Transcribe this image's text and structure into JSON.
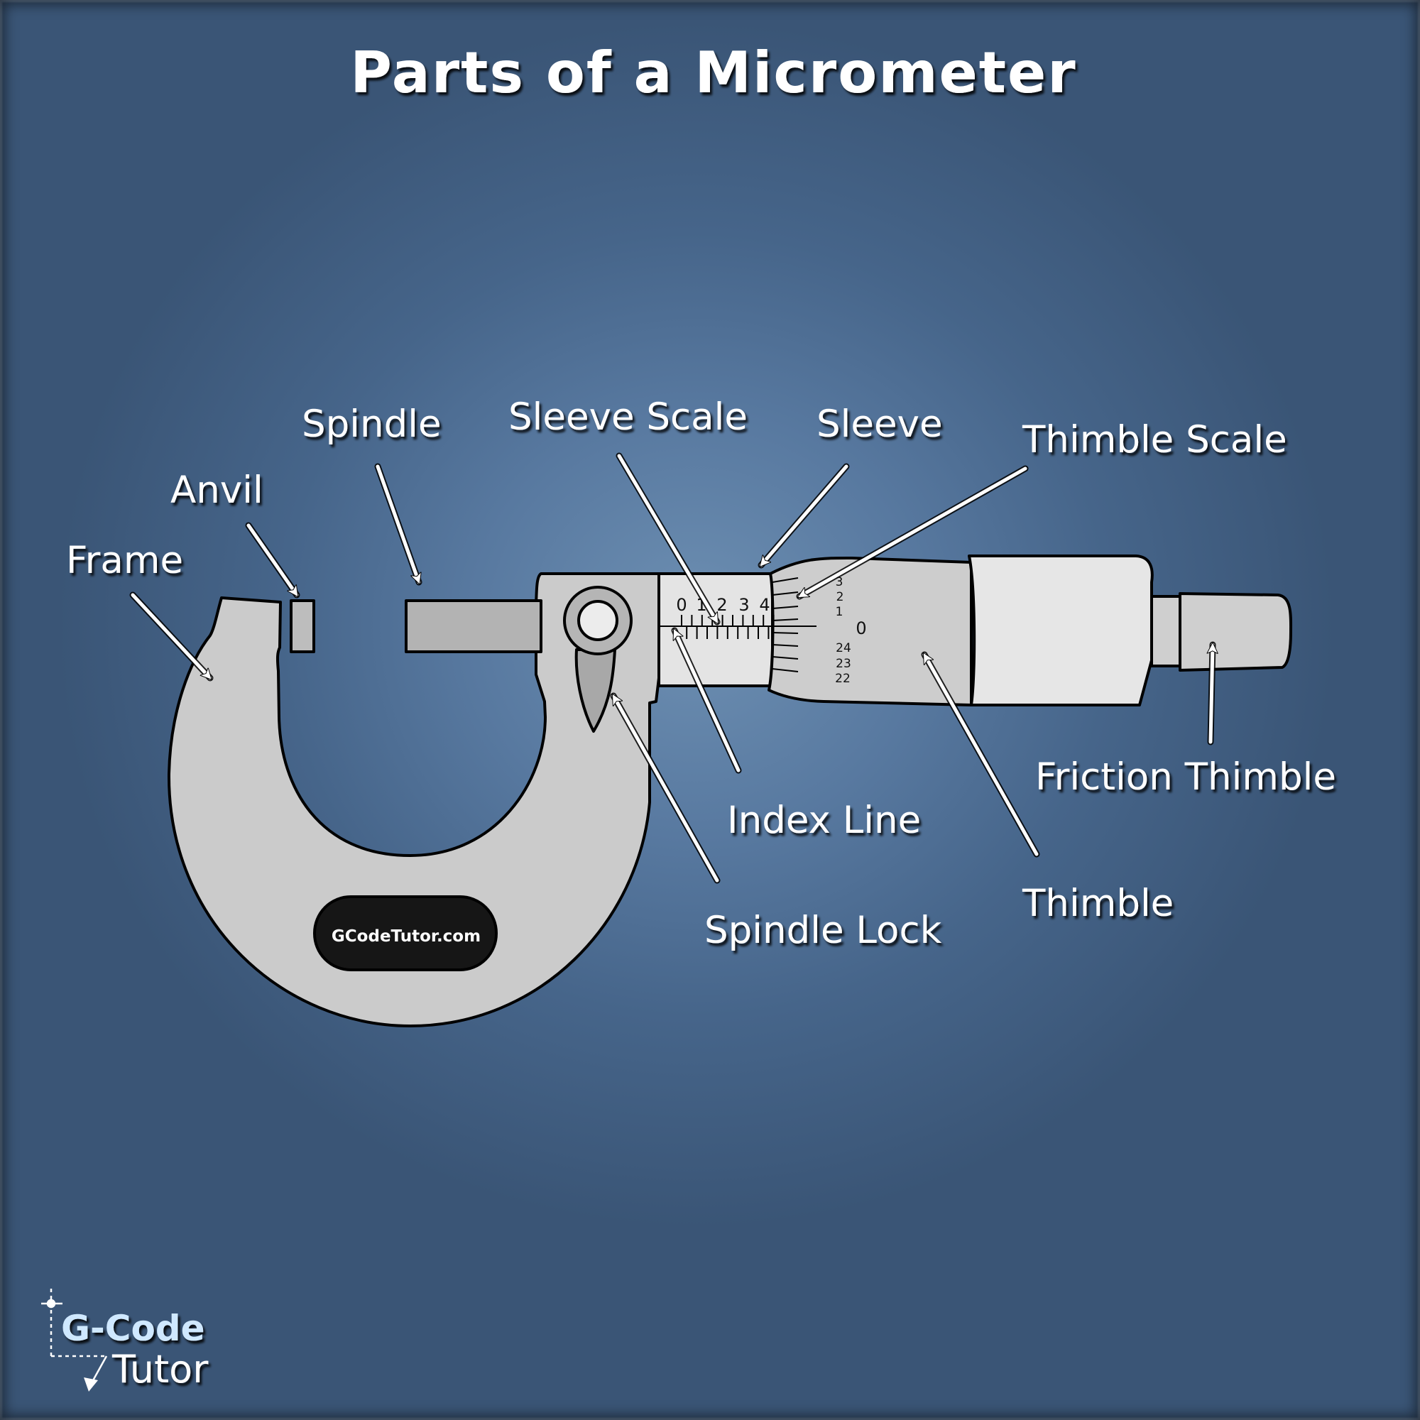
{
  "title": "Parts of a Micrometer",
  "labels": {
    "frame": "Frame",
    "anvil": "Anvil",
    "spindle": "Spindle",
    "sleeve_scale": "Sleeve Scale",
    "sleeve": "Sleeve",
    "thimble_scale": "Thimble Scale",
    "friction_thimble": "Friction Thimble",
    "index_line": "Index Line",
    "thimble": "Thimble",
    "spindle_lock": "Spindle Lock"
  },
  "frame_plate_text": "GCodeTutor.com",
  "sleeve_scale_numbers": [
    "0",
    "1",
    "2",
    "3",
    "4"
  ],
  "thimble_scale_numbers": [
    "3",
    "2",
    "1",
    "0",
    "24",
    "23",
    "22"
  ],
  "logo": {
    "line1": "G-Code",
    "line2": "Tutor"
  },
  "colors": {
    "background": "#4a6a90",
    "metal": "#cbcbcb",
    "light_metal": "#e6e6e6",
    "outline": "#000000",
    "label": "#ffffff"
  }
}
